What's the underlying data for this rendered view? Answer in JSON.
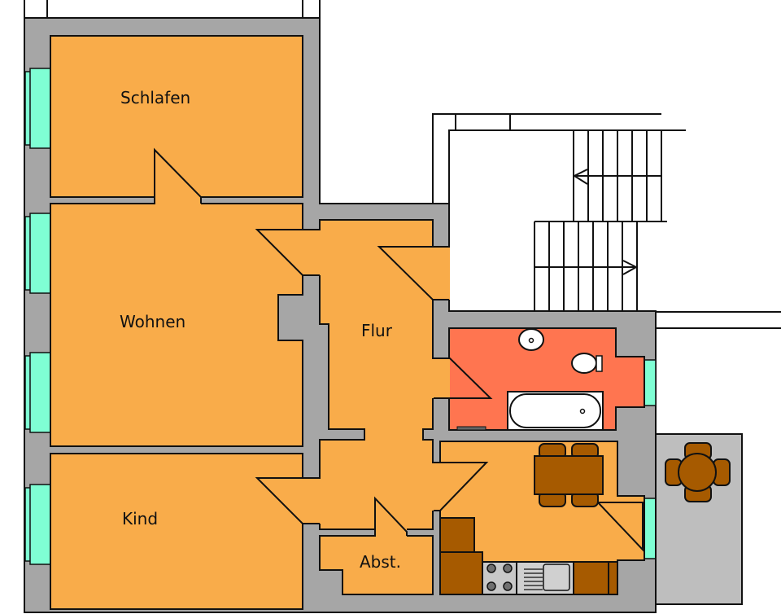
{
  "rooms": {
    "schlafen": "Schlafen",
    "wohnen": "Wohnen",
    "flur": "Flur",
    "kind": "Kind",
    "abst": "Abst."
  },
  "colors": {
    "wall": "#A6A6A6",
    "room": "#F9AC4A",
    "bath": "#FF7550",
    "window": "#7FFFD4",
    "furniture": "#A65A00",
    "balcony": "#BEBEBE"
  }
}
